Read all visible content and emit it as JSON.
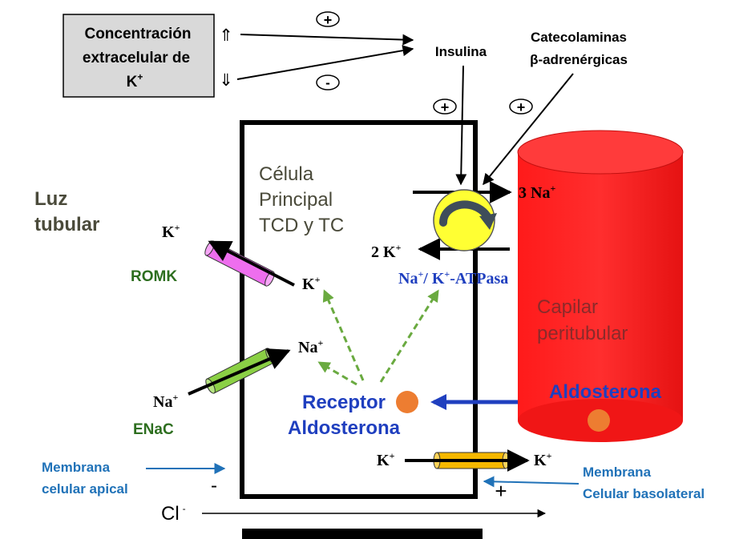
{
  "concentration_box": {
    "line1": "Concentración",
    "line2": "extracelular de",
    "ion": "K",
    "ion_sup": "+",
    "up_arrow": "⇑",
    "down_arrow": "⇓"
  },
  "insulina": "Insulina",
  "catecolaminas": {
    "line1": "Catecolaminas",
    "line2": "β-adrenérgicas"
  },
  "signs": {
    "plus": "+",
    "minus": "-"
  },
  "cell_title": {
    "line1": "Célula",
    "line2": "Principal",
    "line3": "TCD y TC"
  },
  "luz_tubular": {
    "line1": "Luz",
    "line2": "tubular"
  },
  "romk": "ROMK",
  "enac": "ENaC",
  "pump": {
    "na_out": {
      "count": "3",
      "ion": "Na",
      "sup": "+"
    },
    "k_in": {
      "count": "2",
      "ion": "K",
      "sup": "+"
    },
    "label": {
      "na": "Na",
      "sup1": "+",
      "sep": "/ ",
      "k": "K",
      "sup2": "+",
      "rest": "-ATPasa"
    }
  },
  "ions": {
    "k": "K",
    "na": "Na",
    "sup": "+",
    "cl": "Cl",
    "cl_sup": "-"
  },
  "receptor": {
    "line1": "Receptor",
    "line2": "Aldosterona"
  },
  "capilar": {
    "line1": "Capilar",
    "line2": "peritubular"
  },
  "aldosterona": "Aldosterona",
  "membrana_apical": {
    "line1": "Membrana",
    "line2": "celular  apical"
  },
  "membrana_basolateral": {
    "line1": "Membrana",
    "line2": "Celular basolateral"
  },
  "polarity": {
    "apical": "-",
    "basolateral": "+"
  },
  "colors": {
    "box_fill": "#d9d9d9",
    "cell_text": "#4a4a3a",
    "romk_channel": "#ee6eee",
    "enac_channel": "#8bd045",
    "k_channel": "#f5b800",
    "pump_yellow": "#ffff33",
    "capillary_red": "#ff2020",
    "capillary_top": "#ff3b3b",
    "dark_red_text": "#8b2a2a",
    "blue_text": "#1f3fbf",
    "membrane_label_blue": "#2072b8",
    "green_dashed": "#6aaa40",
    "green_label": "#2d6e1f",
    "orange_dot": "#ed7d31"
  }
}
